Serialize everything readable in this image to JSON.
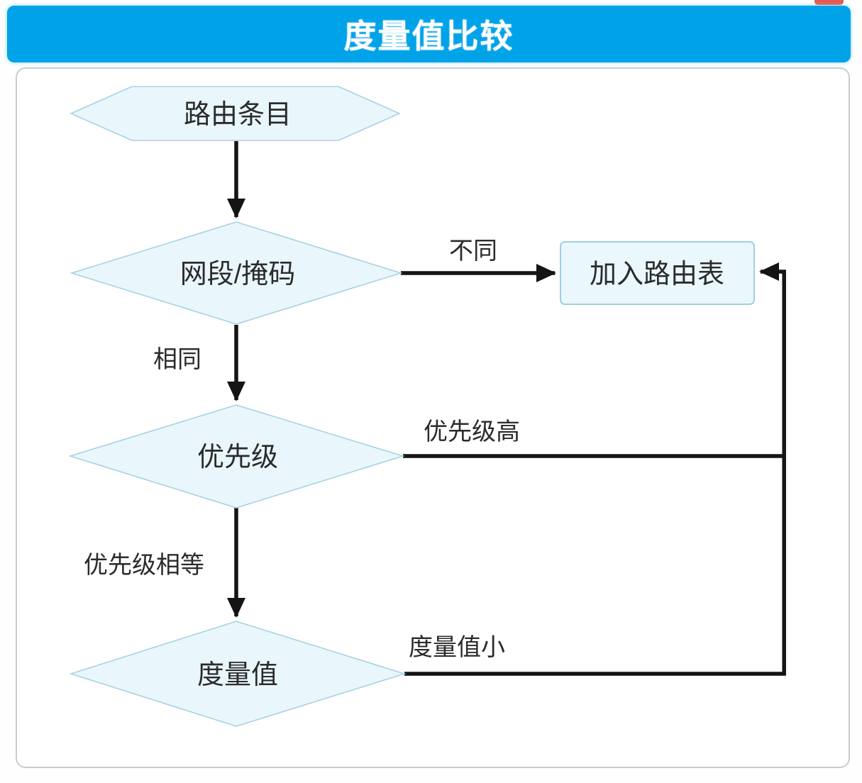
{
  "title": "度量值比较",
  "flowchart": {
    "nodes": {
      "start": {
        "label": "路由条目",
        "shape": "hexagon"
      },
      "netmask": {
        "label": "网段/掩码",
        "shape": "diamond"
      },
      "priority": {
        "label": "优先级",
        "shape": "diamond"
      },
      "metric": {
        "label": "度量值",
        "shape": "diamond"
      },
      "route_table": {
        "label": "加入路由表",
        "shape": "rect"
      }
    },
    "edge_labels": {
      "different": "不同",
      "same": "相同",
      "priority_high": "优先级高",
      "priority_equal": "优先级相等",
      "metric_small": "度量值小"
    }
  },
  "colors": {
    "title_bg": "#00A2E8",
    "title_text": "#FFFFFF",
    "shape_fill": "#E9F6FC",
    "shape_border": "#A9D2E3",
    "line": "#141414",
    "label_text": "#2B2B2B",
    "panel_border": "#C9CCCD",
    "red_fragment": "#E8584F"
  }
}
